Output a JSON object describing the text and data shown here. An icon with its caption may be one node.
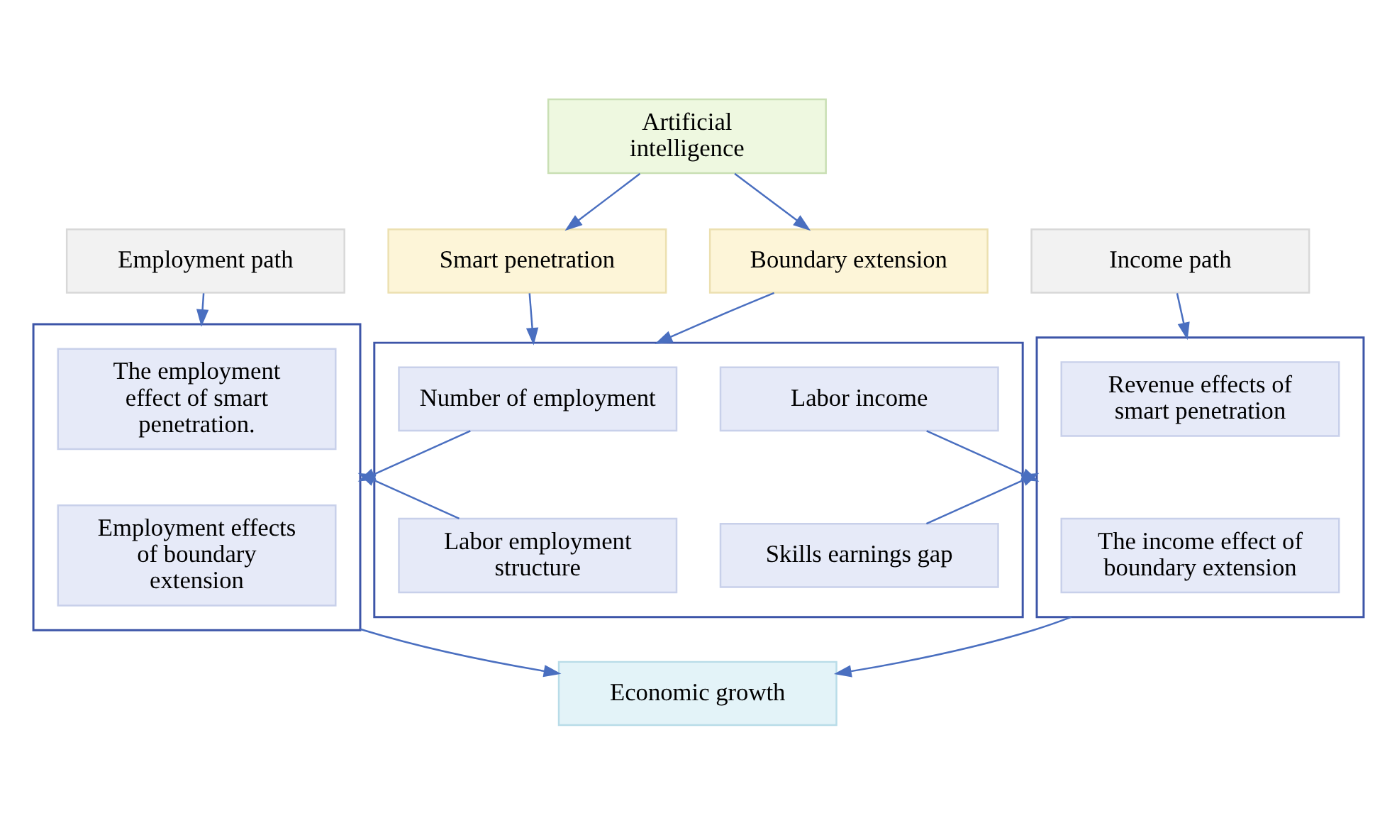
{
  "diagram": {
    "nodes": [
      {
        "text": [
          "Artificial intelligence"
        ]
      },
      {
        "text": [
          "Smart penetration"
        ]
      },
      {
        "text": [
          "Boundary extension"
        ]
      },
      {
        "text": [
          "Employment path"
        ]
      },
      {
        "text": [
          "Income path"
        ]
      },
      {
        "text": [],
        "shape": "box"
      },
      {
        "text": [
          "The employment effect of smart penetration."
        ],
        "in": 5
      },
      {
        "text": [
          "Employment effects of boundary extension"
        ],
        "in": 5
      },
      {
        "text": [],
        "shape": "box"
      },
      {
        "text": [
          "Number of employment"
        ],
        "in": 8
      },
      {
        "text": [
          "Labor income"
        ],
        "in": 8
      },
      {
        "text": [
          "Labor employment structure"
        ],
        "in": 8
      },
      {
        "text": [
          "Skills earnings gap"
        ],
        "in": 8
      },
      {
        "text": [],
        "shape": "box"
      },
      {
        "text": [
          "Revenue effects of smart penetration"
        ],
        "in": 13
      },
      {
        "text": [
          "The income effect of boundary extension"
        ],
        "in": 13
      },
      {
        "text": [
          "Economic growth"
        ]
      }
    ],
    "edges": [
      {
        "from": 0,
        "to": 1,
        "arrow": "to"
      },
      {
        "from": 0,
        "to": 2,
        "arrow": "to"
      },
      {
        "from": 1,
        "to": 8,
        "arrow": "to"
      },
      {
        "from": 2,
        "to": 8,
        "arrow": "to"
      },
      {
        "from": 3,
        "to": 5,
        "arrow": "to"
      },
      {
        "from": 4,
        "to": 13,
        "arrow": "to"
      },
      {
        "from": 9,
        "to": 5,
        "arrow": "to"
      },
      {
        "from": 11,
        "to": 5,
        "arrow": "to"
      },
      {
        "from": 10,
        "to": 13,
        "arrow": "to"
      },
      {
        "from": 12,
        "to": 13,
        "arrow": "to"
      },
      {
        "from": 5,
        "to": 16,
        "arrow": "to"
      },
      {
        "from": 13,
        "to": 16,
        "arrow": "to"
      }
    ]
  }
}
